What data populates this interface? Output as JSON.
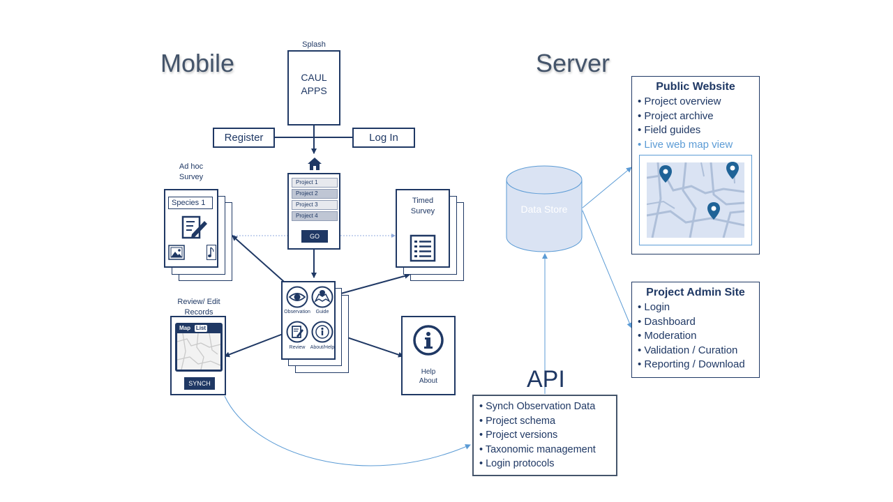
{
  "headings": {
    "mobile": "Mobile",
    "server": "Server",
    "api": "API"
  },
  "splash": {
    "caption": "Splash",
    "app_name": "CAUL\nAPPS"
  },
  "register": "Register",
  "login": "Log In",
  "project_screen": {
    "projects": [
      "Project 1",
      "Project 2",
      "Project 3",
      "Project 4"
    ],
    "go": "GO"
  },
  "adhoc": {
    "caption": "Ad hoc\nSurvey",
    "field": "Species 1"
  },
  "timed": {
    "caption": "Timed\nSurvey"
  },
  "menu": {
    "items": [
      "Observation",
      "Guide",
      "Review",
      "About/Help"
    ]
  },
  "review": {
    "caption": "Review/ Edit\nRecords",
    "tabs": [
      "Map",
      "List"
    ],
    "synch": "SYNCH"
  },
  "help": {
    "label": "Help\nAbout"
  },
  "datastore": "Data Store",
  "public_site": {
    "title": "Public Website",
    "items": [
      "Project overview",
      "Project archive",
      "Field guides"
    ],
    "highlight": "Live web map view"
  },
  "admin_site": {
    "title": "Project Admin Site",
    "items": [
      "Login",
      "Dashboard",
      "Moderation",
      "Validation / Curation",
      "Reporting / Download"
    ]
  },
  "api_box": {
    "items": [
      "Synch Observation Data",
      "Project schema",
      "Project versions",
      "Taxonomic management",
      "Login protocols"
    ]
  },
  "colors": {
    "navy": "#1f3864",
    "light_blue": "#5b9bd5",
    "store_fill": "#dae3f3"
  }
}
